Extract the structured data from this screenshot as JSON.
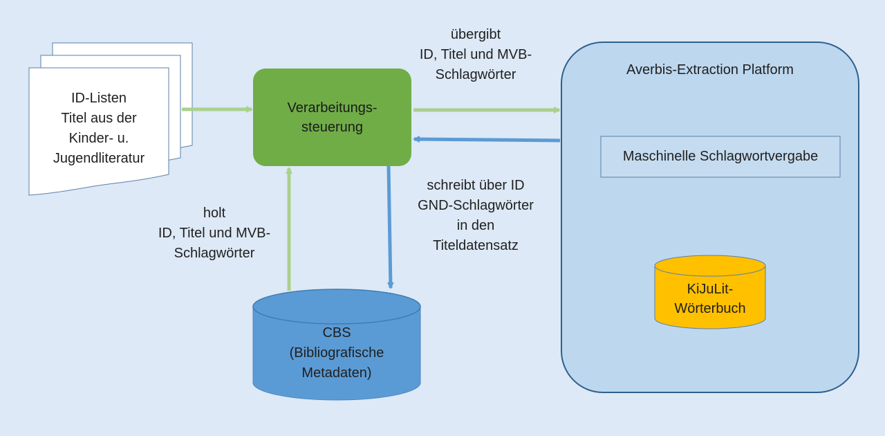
{
  "documents": {
    "lines": [
      "ID-Listen",
      "Titel aus der",
      "Kinder- u.",
      "Jugendliteratur"
    ]
  },
  "control": {
    "lines": [
      "Verarbeitungs-",
      "steuerung"
    ]
  },
  "platform": {
    "title": "Averbis-Extraction Platform",
    "module": "Maschinelle Schlagwortvergabe",
    "dictionary": [
      "KiJuLit-",
      "Wörterbuch"
    ]
  },
  "database": {
    "lines": [
      "CBS",
      "(Bibliografische",
      "Metadaten)"
    ]
  },
  "edges": {
    "handover": [
      "übergibt",
      "ID, Titel und MVB-",
      "Schlagwörter"
    ],
    "writeback": [
      "schreibt über ID",
      "GND-Schlagwörter",
      "in den",
      "Titeldatensatz"
    ],
    "fetch": [
      "holt",
      "ID, Titel und MVB-",
      "Schlagwörter"
    ]
  },
  "colors": {
    "background": "#dde9f6",
    "control": "#70ad47",
    "database": "#5b9bd5",
    "platform": "#bdd7ee",
    "platform_border": "#2e5f8e",
    "dictionary": "#ffc000",
    "arrow_green": "#a9d18e",
    "arrow_blue": "#5b9bd5"
  }
}
